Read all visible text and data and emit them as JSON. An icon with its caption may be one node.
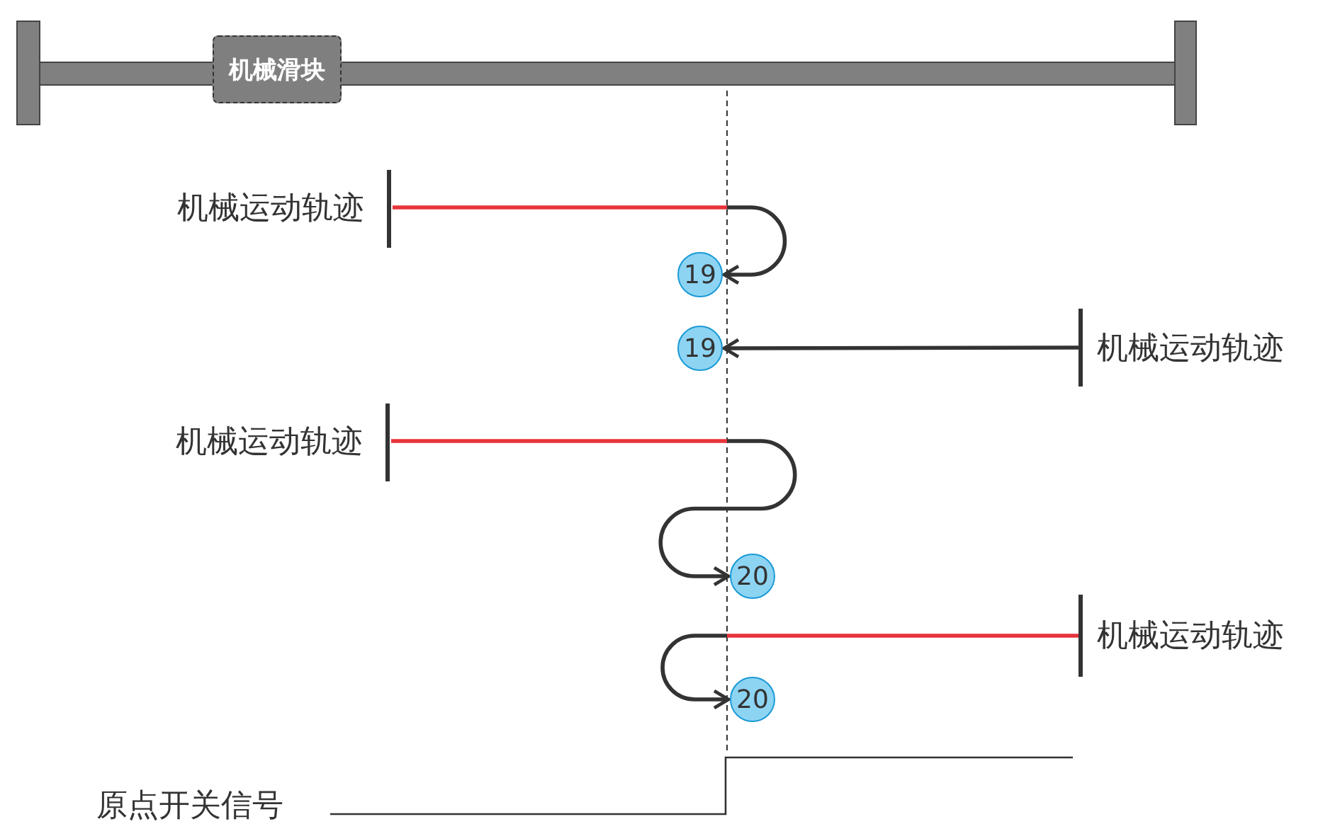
{
  "diagram": {
    "nodes": [
      {
        "text": [
          "机械滑块"
        ]
      },
      {
        "text": [
          "机械运动轨迹"
        ]
      },
      {
        "text": [
          "19"
        ]
      },
      {
        "text": [
          "19"
        ]
      },
      {
        "text": [
          "机械运动轨迹"
        ]
      },
      {
        "text": [
          "机械运动轨迹"
        ]
      },
      {
        "text": [
          "20"
        ]
      },
      {
        "text": [
          "20"
        ]
      },
      {
        "text": [
          "机械运动轨迹"
        ]
      },
      {
        "text": [
          "原点开关信号"
        ]
      }
    ],
    "edges": [
      {
        "from": 1,
        "to": 2,
        "arrow": "to",
        "color": "#e8333a"
      },
      {
        "from": 4,
        "to": 3,
        "arrow": "to"
      },
      {
        "from": 5,
        "to": 6,
        "arrow": "to",
        "color": "#e8333a"
      },
      {
        "from": 8,
        "to": 7,
        "arrow": "to",
        "color": "#e8333a"
      },
      {
        "from": 9,
        "to": null,
        "arrow": "none"
      }
    ]
  }
}
